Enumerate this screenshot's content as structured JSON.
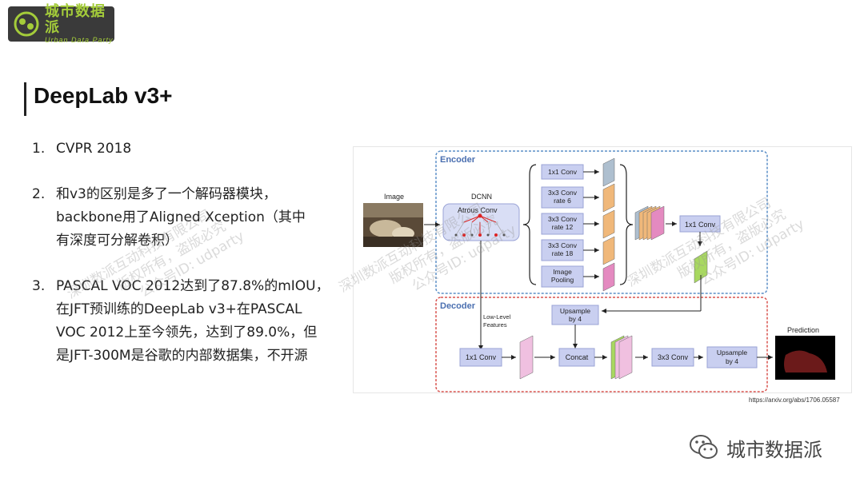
{
  "logo": {
    "name_cn": "城市数据派",
    "name_en": "Urban Data Party"
  },
  "title": "DeepLab v3+",
  "list": [
    {
      "num": "1.",
      "lines": [
        "CVPR 2018"
      ]
    },
    {
      "num": "2.",
      "lines": [
        "和v3的区别是多了一个解码器模块，",
        "backbone用了Aligned Xception（其中",
        "有深度可分解卷积）"
      ]
    },
    {
      "num": "3.",
      "lines": [
        "PASCAL VOC 2012达到了87.8%的mIOU，",
        "在JFT预训练的DeepLab v3+在PASCAL",
        "VOC 2012上至今领先，达到了89.0%，但",
        "是JFT-300M是谷歌的内部数据集，不开源"
      ]
    }
  ],
  "figure": {
    "encoder_label": "Encoder",
    "decoder_label": "Decoder",
    "image_label": "Image",
    "dcnn_label": "DCNN",
    "atrous_label": "Atrous Conv",
    "aspp": [
      "1x1 Conv",
      "3x3 Conv\nrate 6",
      "3x3 Conv\nrate 12",
      "3x3 Conv\nrate 18",
      "Image\nPooling"
    ],
    "enc_conv": "1x1 Conv",
    "upsample1": "Upsample\nby 4",
    "low_level": "Low-Level\nFeatures",
    "dec_conv1": "1x1 Conv",
    "concat": "Concat",
    "dec_conv2": "3x3 Conv",
    "upsample2": "Upsample\nby 4",
    "prediction_label": "Prediction"
  },
  "caption": "https://arxiv.org/abs/1706.05587",
  "watermark": {
    "line1": "深圳数派互动科技有限公司",
    "line2": "版权所有，盗版必究",
    "line3": "公众号ID: udparty"
  },
  "footer": {
    "brand": "城市数据派"
  },
  "colors": {
    "logo_green": "#a4cc3a",
    "encoder_border": "#5b8fc7",
    "decoder_border": "#d9534f",
    "box_fill": "#c9cff0",
    "dcnn_fill": "#d9def5"
  }
}
